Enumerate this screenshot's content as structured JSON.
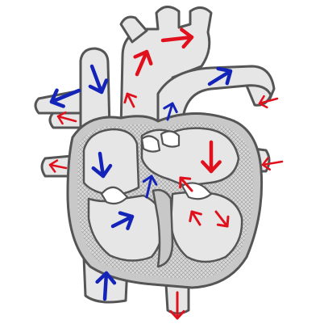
{
  "colors": {
    "oxygen_poor": "#1424b8",
    "oxygen_rich": "#e0101c",
    "background": "#ffffff",
    "tissue": "#e6e6e6",
    "wall": "#c8c8c8",
    "outline": "#555555"
  },
  "flow_arrows": [
    {
      "id": "svc-up-left",
      "kind": "oxygen_poor"
    },
    {
      "id": "svc-down",
      "kind": "oxygen_poor"
    },
    {
      "id": "pulmonary-artery-out",
      "kind": "oxygen_poor"
    },
    {
      "id": "right-atrium-down",
      "kind": "oxygen_poor"
    },
    {
      "id": "tricuspid-up",
      "kind": "oxygen_poor"
    },
    {
      "id": "right-ventricle-out",
      "kind": "oxygen_poor"
    },
    {
      "id": "ivc-up",
      "kind": "oxygen_poor"
    },
    {
      "id": "pulmonary-trunk-up",
      "kind": "oxygen_poor"
    },
    {
      "id": "aorta-right",
      "kind": "oxygen_rich"
    },
    {
      "id": "aorta-up",
      "kind": "oxygen_rich"
    },
    {
      "id": "aortic-valve-up",
      "kind": "oxygen_rich"
    },
    {
      "id": "pulmonary-vein-in-right-upper",
      "kind": "oxygen_rich"
    },
    {
      "id": "pulmonary-vein-in-right-lower",
      "kind": "oxygen_rich"
    },
    {
      "id": "pulmonary-vein-in-left-upper",
      "kind": "oxygen_rich"
    },
    {
      "id": "pulmonary-vein-in-left-lower",
      "kind": "oxygen_rich"
    },
    {
      "id": "left-atrium-down",
      "kind": "oxygen_rich"
    },
    {
      "id": "mitral-up",
      "kind": "oxygen_rich"
    },
    {
      "id": "left-ventricle-up",
      "kind": "oxygen_rich"
    },
    {
      "id": "left-ventricle-down",
      "kind": "oxygen_rich"
    },
    {
      "id": "apex-out",
      "kind": "oxygen_rich"
    }
  ]
}
